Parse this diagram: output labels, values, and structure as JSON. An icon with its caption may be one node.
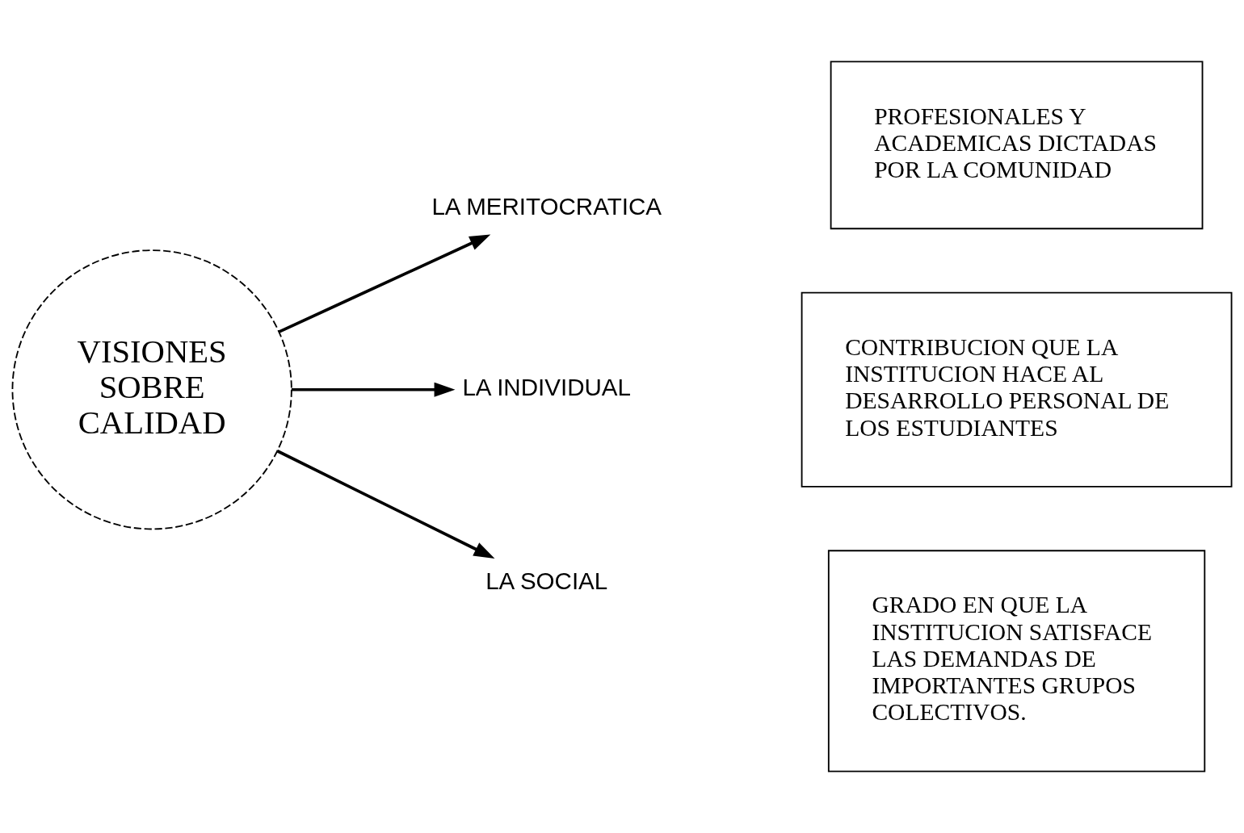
{
  "diagram": {
    "nodes": [
      {
        "text": [
          "VISIONES SOBRE CALIDAD"
        ]
      },
      {
        "text": [
          "LA MERITOCRATICA"
        ]
      },
      {
        "text": [
          "LA INDIVIDUAL"
        ]
      },
      {
        "text": [
          "LA SOCIAL"
        ]
      },
      {
        "text": [
          "PROFESIONALES Y ACADEMICAS DICTADAS POR LA COMUNIDAD"
        ]
      },
      {
        "text": [
          "CONTRIBUCION QUE LA INSTITUCION HACE AL DESARROLLO PERSONAL DE LOS ESTUDIANTES"
        ]
      },
      {
        "text": [
          "GRADO EN QUE LA INSTITUCION SATISFACE LAS DEMANDAS DE IMPORTANTES GRUPOS COLECTIVOS."
        ]
      }
    ],
    "edges": [
      {
        "from": 0,
        "to": 1,
        "arrow": "to"
      },
      {
        "from": 0,
        "to": 2,
        "arrow": "to"
      },
      {
        "from": 0,
        "to": 3,
        "arrow": "to"
      }
    ]
  }
}
